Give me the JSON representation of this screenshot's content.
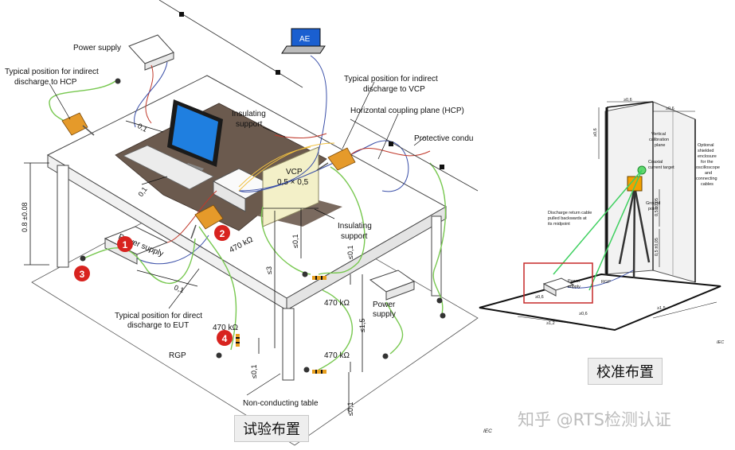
{
  "left_setup": {
    "labels": {
      "power_supply_top": "Power supply",
      "ae": "AE",
      "typical_hcp_1": "Typical position for indirect",
      "typical_hcp_2": "discharge to HCP",
      "typical_vcp_1": "Typical position for indirect",
      "typical_vcp_2": "discharge to VCP",
      "insulating_support_top_1": "Insulating",
      "insulating_support_top_2": "support",
      "hcp": "Horizontal coupling plane (HCP)",
      "protective": "Protective condu",
      "vcp_1": "VCP",
      "vcp_2": "0,5 × 0,5",
      "insulating_support_mid_1": "Insulating",
      "insulating_support_mid_2": "support",
      "power_supply_eut": "Power supply",
      "power_supply_right_1": "Power",
      "power_supply_right_2": "supply",
      "typical_eut_1": "Typical position for direct",
      "typical_eut_2": "discharge to EUT",
      "rgp": "RGP",
      "non_conducting": "Non-conducting table",
      "r1": "470 kΩ",
      "r2": "470 kΩ",
      "r3": "470 kΩ",
      "r4": "470 kΩ",
      "d_01_a": "0,1",
      "d_01_b": "0,1",
      "d_01_c": "0,1",
      "d_01_d": "≤0,1",
      "d_01_e": "≤0,1",
      "d_01_f": "≤0,1",
      "d_01_g": "≤0,1",
      "d_le3": "≤3",
      "d_le15": "≤1,5",
      "d_height": "0.8 ±0.08",
      "iec": "IEC"
    },
    "markers": [
      "❶",
      "❷",
      "❸",
      "❹"
    ],
    "caption": "试验布置"
  },
  "right_setup": {
    "labels": {
      "d_top1": "≥0,6",
      "d_top2": "≥0,6",
      "d_side": "≥0,6",
      "vcal_1": "Vertical",
      "vcal_2": "calibration",
      "vcal_3": "plane",
      "coax_1": "Coaxial",
      "coax_2": "current target",
      "ground_1": "Ground",
      "ground_2": "point",
      "shield_1": "Optional",
      "shield_2": "shielded",
      "shield_3": "enclosure",
      "shield_4": "for the",
      "shield_5": "oscilloscope",
      "shield_6": "and",
      "shield_7": "connecting",
      "shield_8": "cables",
      "return_1": "Discharge return cable",
      "return_2": "pulled backwards at",
      "return_3": "its midpoint",
      "ps_1": "Power",
      "ps_2": "supply",
      "rgp": "RGP",
      "d_05a": "0,5 ±0,05",
      "d_05b": "0,5 ±0,05",
      "d_06": "≥0,6",
      "d_12": "≥1,2",
      "d_15": "≥1,5",
      "d_06b": "≥0,6",
      "iec": "IEC"
    },
    "caption": "校准布置"
  },
  "watermark": "知乎 @RTS检测认证",
  "colors": {
    "hcp": "#6b5a4e",
    "vcp": "#f3f0c8",
    "gun": "#e59a2a",
    "marker": "#d8231f",
    "green_cable": "#78c850",
    "blue_cable": "#3a4fa8",
    "red_cable": "#c0392b",
    "highlight": "#c62828"
  }
}
